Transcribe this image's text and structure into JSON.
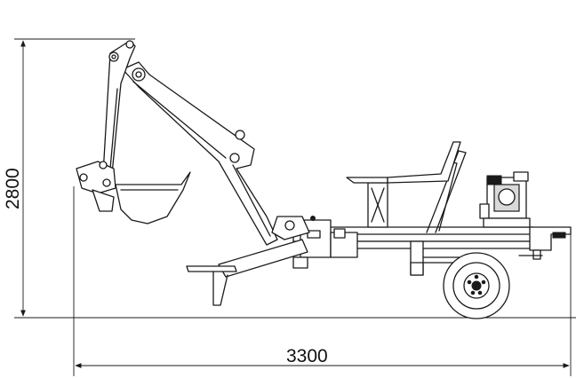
{
  "drawing": {
    "dimensions": {
      "height_label": "2800",
      "length_label": "3300"
    },
    "parts": [
      "boom",
      "dipper-arm",
      "bucket",
      "seat",
      "engine",
      "frame",
      "stabilizer",
      "wheel",
      "hitch"
    ]
  }
}
